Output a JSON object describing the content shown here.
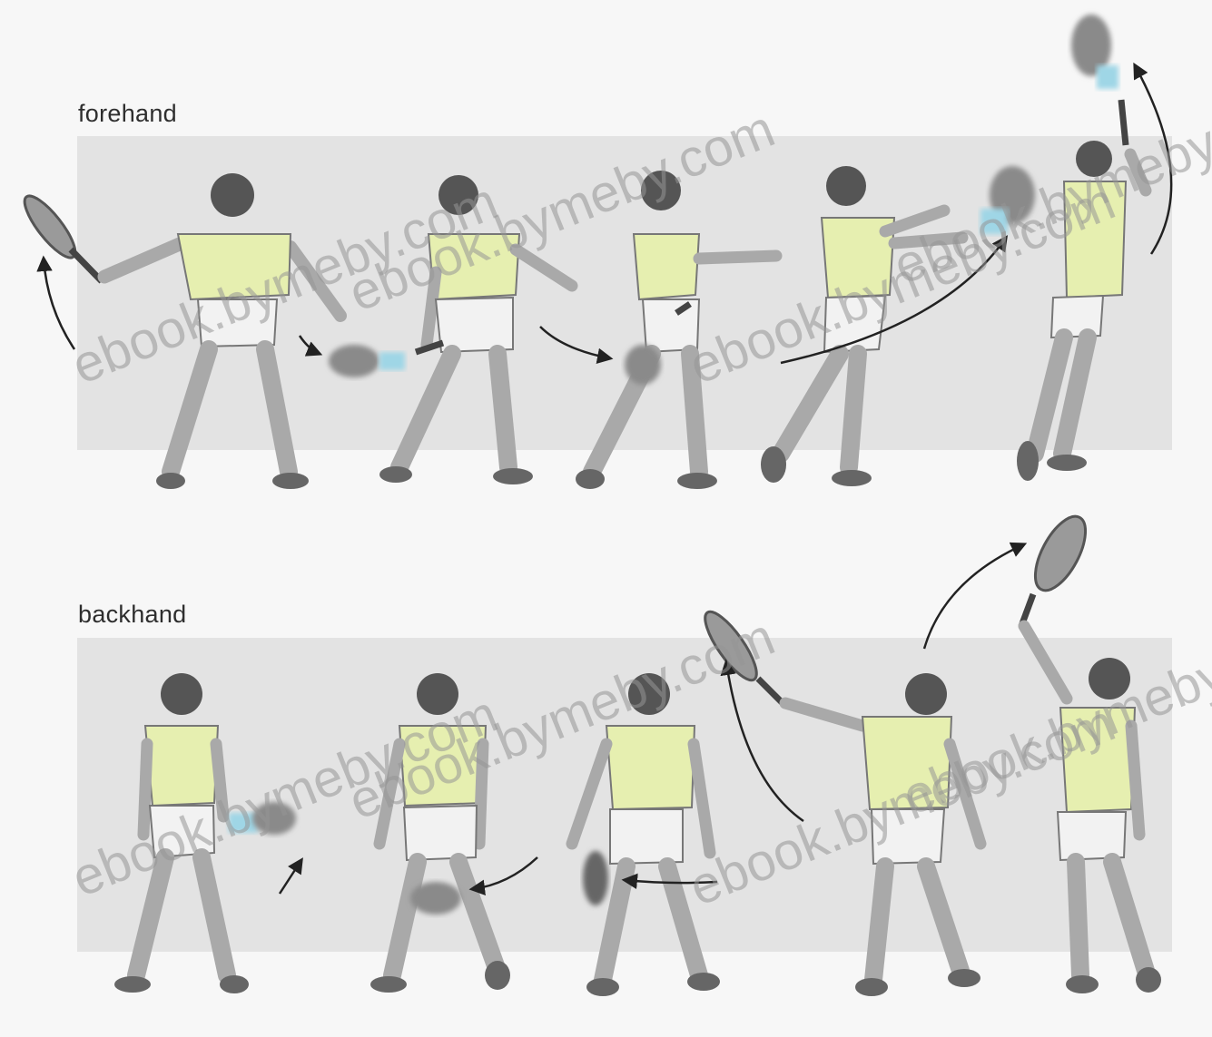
{
  "labels": {
    "forehand": "forehand",
    "backhand": "backhand"
  },
  "watermarks": [
    "ebook.bymeby.com",
    "ebook.bymeby.com",
    "ebook.bymeby.com",
    "ebook.bymeby.com",
    "ebook.bymeby.com",
    "ebook.bymeby.com",
    "ebook.bymeby.com",
    "ebook.bymeby.com"
  ],
  "colors": {
    "shirt": "#e6efb0",
    "band": "#e3e3e3",
    "background": "#f7f7f7",
    "racket_head": "#9a9a9a",
    "grip_highlight": "#9fd6e6",
    "skin": "#a9a9a9",
    "hair": "#555555"
  }
}
